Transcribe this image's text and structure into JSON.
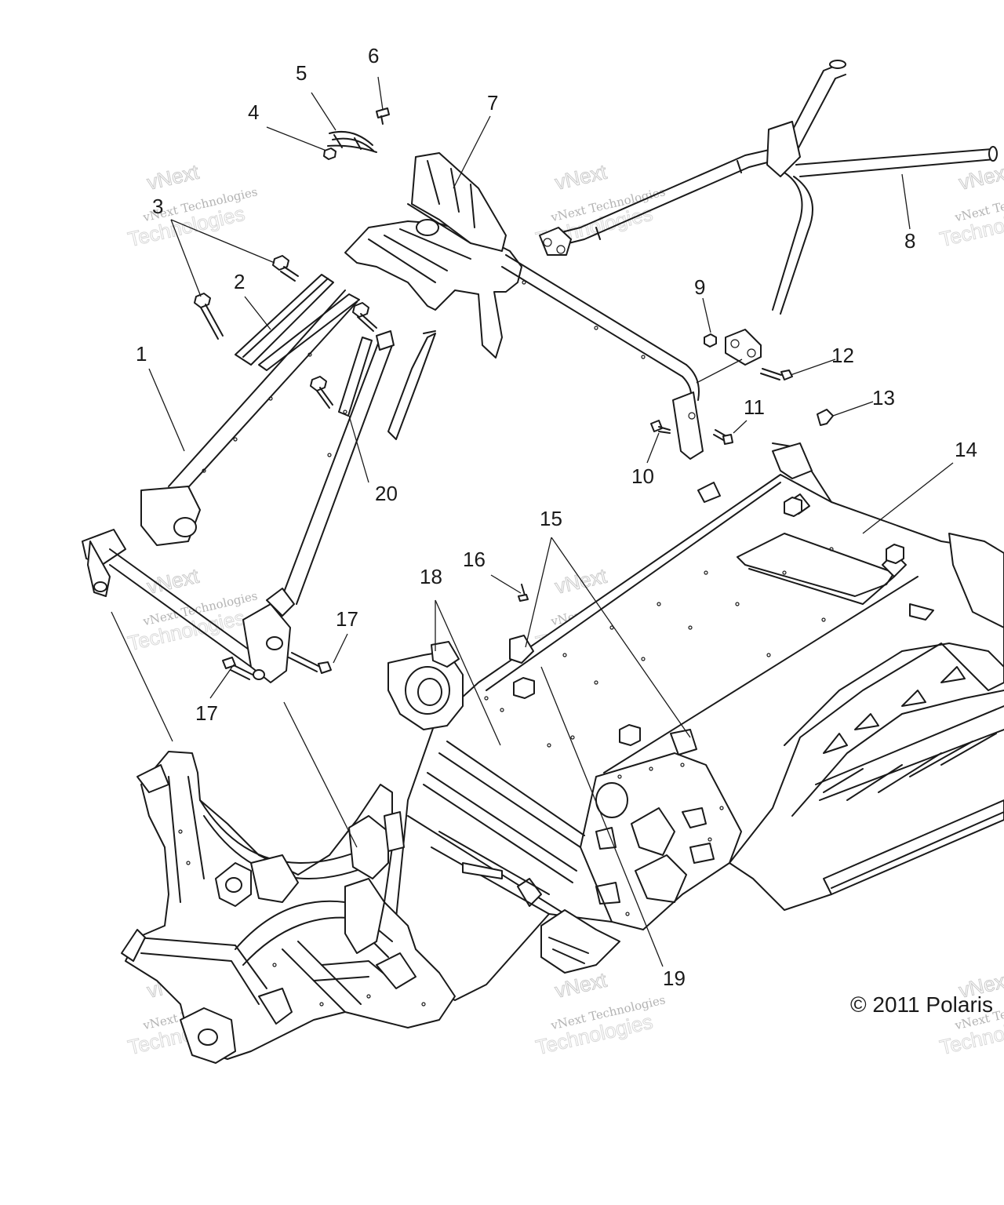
{
  "callouts": [
    {
      "id": "1",
      "label": "1"
    },
    {
      "id": "2",
      "label": "2"
    },
    {
      "id": "3",
      "label": "3"
    },
    {
      "id": "4",
      "label": "4"
    },
    {
      "id": "5",
      "label": "5"
    },
    {
      "id": "6",
      "label": "6"
    },
    {
      "id": "7",
      "label": "7"
    },
    {
      "id": "8",
      "label": "8"
    },
    {
      "id": "9",
      "label": "9"
    },
    {
      "id": "10",
      "label": "10"
    },
    {
      "id": "11",
      "label": "11"
    },
    {
      "id": "12",
      "label": "12"
    },
    {
      "id": "13",
      "label": "13"
    },
    {
      "id": "14",
      "label": "14"
    },
    {
      "id": "15",
      "label": "15"
    },
    {
      "id": "16",
      "label": "16"
    },
    {
      "id": "17a",
      "label": "17"
    },
    {
      "id": "17b",
      "label": "17"
    },
    {
      "id": "18",
      "label": "18"
    },
    {
      "id": "19",
      "label": "19"
    },
    {
      "id": "20",
      "label": "20"
    }
  ],
  "watermark": {
    "line1": "vNext Technologies",
    "line2": "vNext",
    "line3": "Technologies"
  },
  "copyright": "© 2011 Polaris"
}
